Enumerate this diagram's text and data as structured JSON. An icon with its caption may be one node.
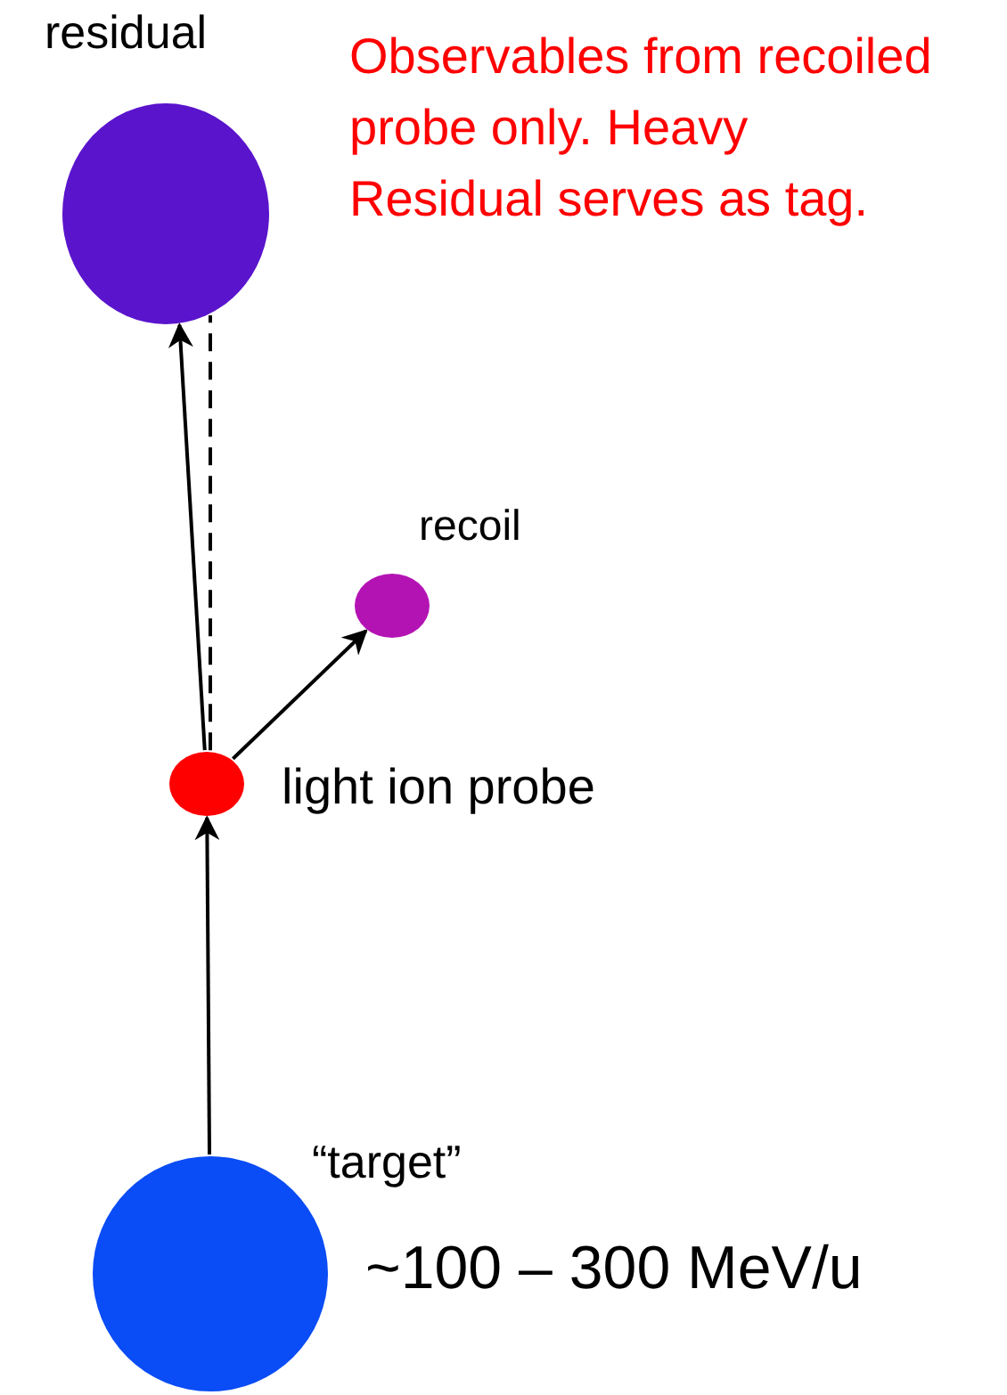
{
  "diagram": {
    "nodes": [
      {
        "text": [
          "residual"
        ]
      },
      {
        "text": [
          "recoil"
        ]
      },
      {
        "text": [
          "light ion probe"
        ]
      },
      {
        "text": [
          "“target”"
        ],
        "beside": [
          "~100 – 300 MeV/u"
        ]
      }
    ],
    "edges": [
      {
        "from": 3,
        "to": 2,
        "arrow": "to"
      },
      {
        "from": 2,
        "to": 0,
        "arrow": "to"
      },
      {
        "from": 2,
        "to": 1,
        "arrow": "to"
      },
      {
        "from": 2,
        "to": 0,
        "arrow": "none",
        "style": "dashed"
      }
    ],
    "labels": [
      "Observables from recoiled probe only. Heavy Residual serves as tag."
    ]
  }
}
